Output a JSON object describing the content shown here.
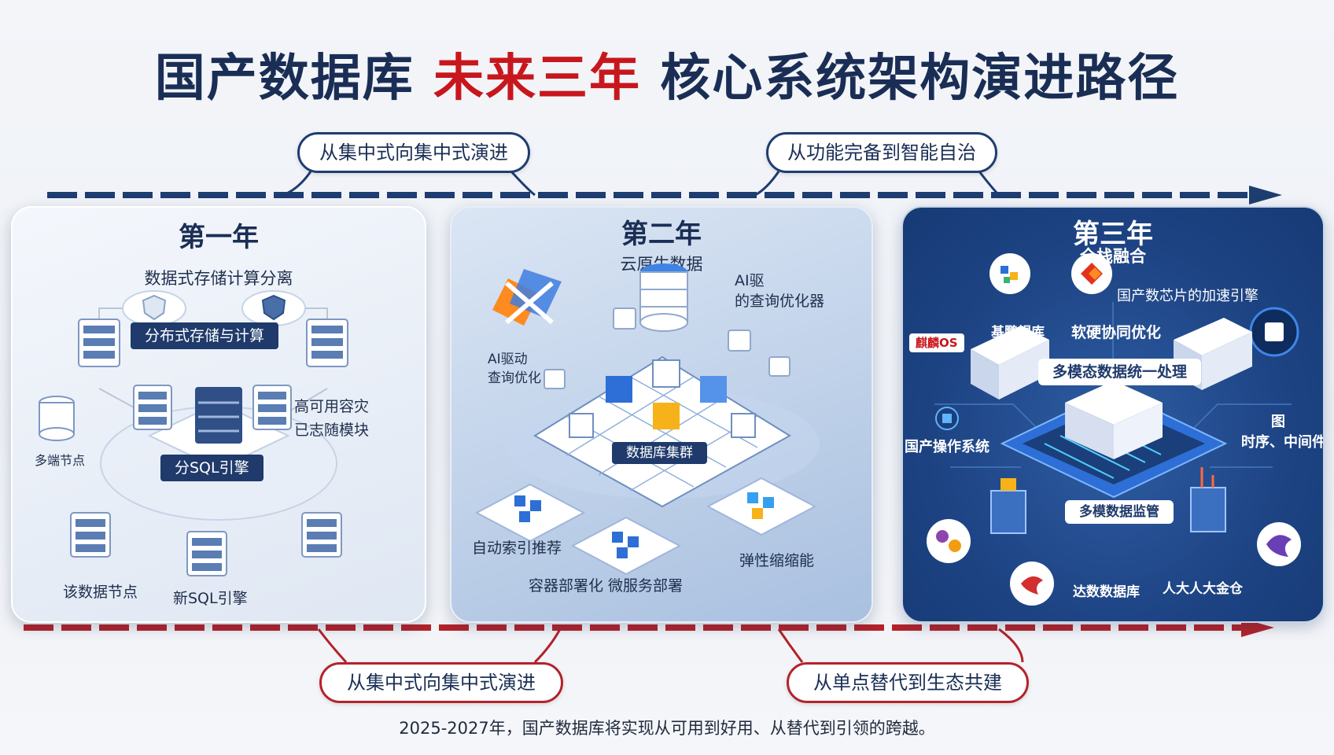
{
  "title": {
    "part1": "国产数据库",
    "part2": "未来三年",
    "part3": "核心系统架构演进路径"
  },
  "top_pills": [
    {
      "label": "从集中式向集中式演进"
    },
    {
      "label": "从功能完备到智能自治"
    }
  ],
  "bottom_pills": [
    {
      "label": "从集中式向集中式演进"
    },
    {
      "label": "从单点替代到生态共建"
    }
  ],
  "panels": [
    {
      "title": "第一年",
      "subtitle": "数据式存储计算分离",
      "labels": [
        "分布式存储与计算",
        "高可用容灾",
        "已志随模块",
        "多端节点",
        "分SQL引擎",
        "该数据节点",
        "新SQL引擎"
      ]
    },
    {
      "title": "第二年",
      "subtitle": "云原生数据",
      "labels": [
        "AI驱",
        "的查询优化器",
        "AI驱动",
        "查询优化",
        "数据库集群",
        "自动索引推荐",
        "弹性缩缩能",
        "容器部署化 微服务部署"
      ]
    },
    {
      "title": "第三年",
      "subtitle": "全栈融合",
      "labels": [
        "国产数芯片的加速引擎",
        "基鹏鲲库",
        "软硬协同优化",
        "麒麟OS",
        "多模态数据统一处理",
        "国产操作系统",
        "图",
        "时序、中间件",
        "多模数据监管",
        "达数数据库",
        "人大人大金仓"
      ]
    }
  ],
  "footer": "2025-2027年，国产数据库将实现从可用到好用、从替代到引领的跨越。",
  "colors": {
    "navy": "#1a2e55",
    "red": "#c8161d",
    "panel3": "#1d4383"
  }
}
